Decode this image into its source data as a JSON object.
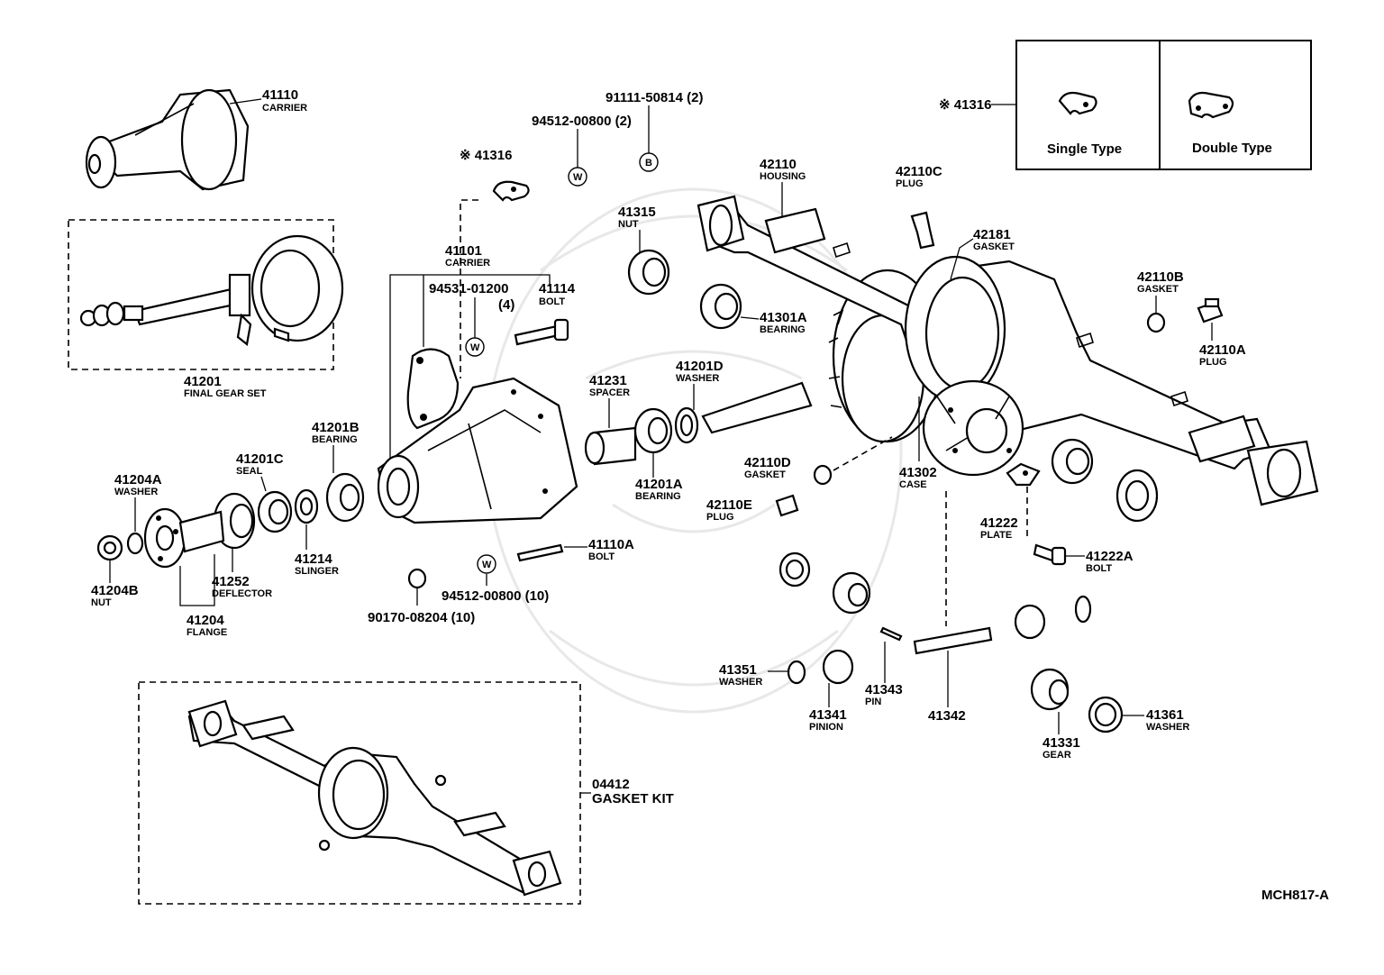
{
  "diagram_code": "MCH817-A",
  "type_box": {
    "ref": "※ 41316",
    "single_label": "Single Type",
    "double_label": "Double Type"
  },
  "symbols": {
    "w": "W",
    "b": "B"
  },
  "parts": {
    "p41110": {
      "num": "41110",
      "name": "CARRIER"
    },
    "p41201": {
      "num": "41201",
      "name": "FINAL GEAR SET"
    },
    "p91111": {
      "num": "91111-50814 (2)"
    },
    "p94512a": {
      "num": "94512-00800 (2)"
    },
    "p41316": {
      "num": "※ 41316"
    },
    "p41101": {
      "num": "41101",
      "name": "CARRIER"
    },
    "p94531": {
      "num": "94531-01200",
      "qty": "(4)"
    },
    "p41114": {
      "num": "41114",
      "name": "BOLT"
    },
    "p41315": {
      "num": "41315",
      "name": "NUT"
    },
    "p42110": {
      "num": "42110",
      "name": "HOUSING"
    },
    "p42110c": {
      "num": "42110C",
      "name": "PLUG"
    },
    "p42181": {
      "num": "42181",
      "name": "GASKET"
    },
    "p42110b": {
      "num": "42110B",
      "name": "GASKET"
    },
    "p42110a": {
      "num": "42110A",
      "name": "PLUG"
    },
    "p41301a": {
      "num": "41301A",
      "name": "BEARING"
    },
    "p41231": {
      "num": "41231",
      "name": "SPACER"
    },
    "p41201d": {
      "num": "41201D",
      "name": "WASHER"
    },
    "p41201a": {
      "num": "41201A",
      "name": "BEARING"
    },
    "p41201b": {
      "num": "41201B",
      "name": "BEARING"
    },
    "p41201c": {
      "num": "41201C",
      "name": "SEAL"
    },
    "p41204a": {
      "num": "41204A",
      "name": "WASHER"
    },
    "p41204b": {
      "num": "41204B",
      "name": "NUT"
    },
    "p41214": {
      "num": "41214",
      "name": "SLINGER"
    },
    "p41252": {
      "num": "41252",
      "name": "DEFLECTOR"
    },
    "p41204": {
      "num": "41204",
      "name": "FLANGE"
    },
    "p41110a": {
      "num": "41110A",
      "name": "BOLT"
    },
    "p94512b": {
      "num": "94512-00800 (10)"
    },
    "p90170": {
      "num": "90170-08204 (10)"
    },
    "p42110d": {
      "num": "42110D",
      "name": "GASKET"
    },
    "p42110e": {
      "num": "42110E",
      "name": "PLUG"
    },
    "p41302": {
      "num": "41302",
      "name": "CASE"
    },
    "p41222": {
      "num": "41222",
      "name": "PLATE"
    },
    "p41222a": {
      "num": "41222A",
      "name": "BOLT"
    },
    "p41351": {
      "num": "41351",
      "name": "WASHER"
    },
    "p41341": {
      "num": "41341",
      "name": "PINION"
    },
    "p41343": {
      "num": "41343",
      "name": "PIN"
    },
    "p41342": {
      "num": "41342"
    },
    "p41331": {
      "num": "41331",
      "name": "GEAR"
    },
    "p41361": {
      "num": "41361",
      "name": "WASHER"
    },
    "p04412": {
      "num": "04412",
      "name": "GASKET KIT"
    }
  }
}
